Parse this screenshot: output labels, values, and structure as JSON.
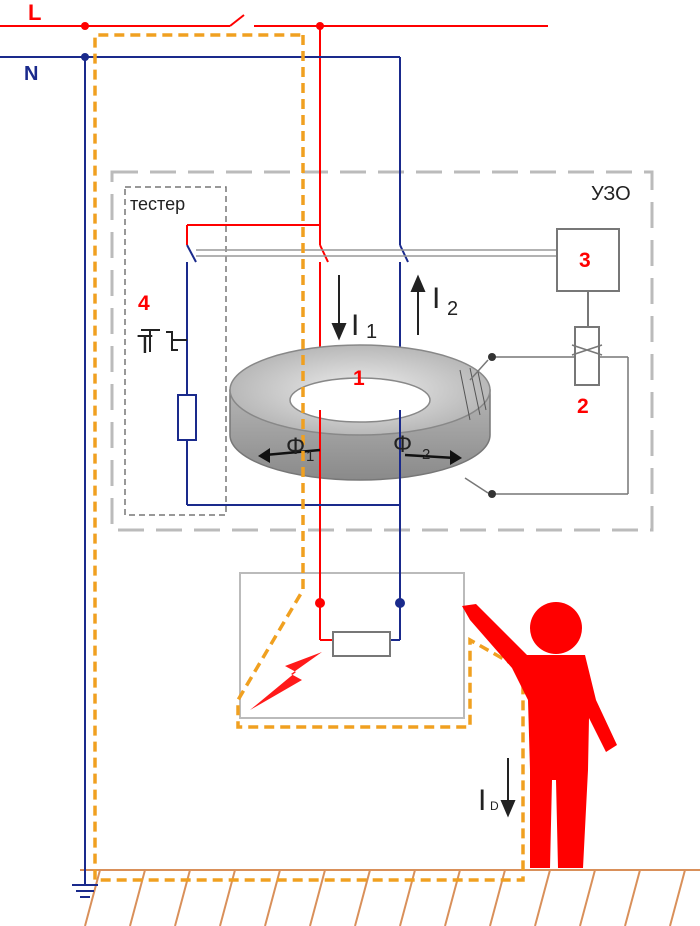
{
  "labels": {
    "phase": "L",
    "neutral": "N",
    "rcd": "УЗО",
    "tester": "тестер",
    "num1": "1",
    "num2": "2",
    "num3": "3",
    "num4": "4",
    "current_in": "I",
    "current_in_sub": "1",
    "current_out": "I",
    "current_out_sub": "2",
    "flux1": "Φ",
    "flux1_sub": "1",
    "flux2": "Φ",
    "flux2_sub": "2",
    "leak": "I",
    "leak_sub": "D",
    "test_button": "T"
  },
  "colors": {
    "phase": "#ff0000",
    "neutral": "#1a2a8c",
    "leakage_path": "#f0a020",
    "rcd_border": "#bbbbbb",
    "ground": "#d9905a",
    "person": "#ff0000",
    "torus": "#a9a9a9"
  }
}
